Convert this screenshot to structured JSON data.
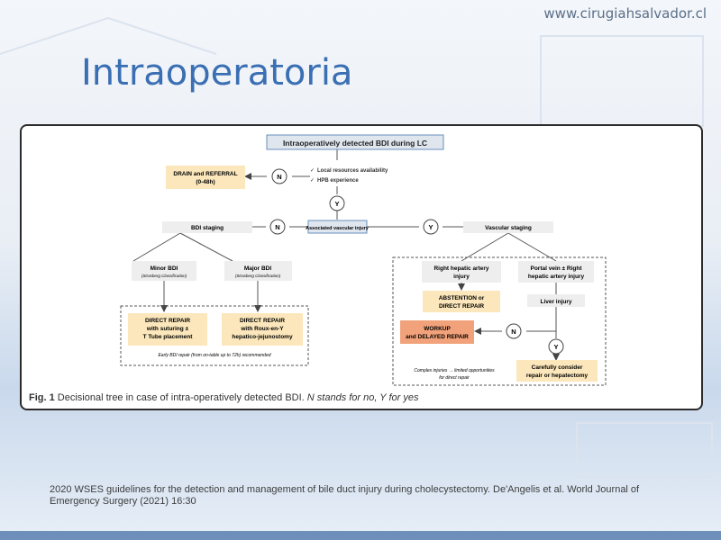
{
  "header": {
    "website": "www.cirugiahsalvador.cl",
    "title": "Intraoperatoria"
  },
  "flowchart": {
    "top": "Intraoperatively detected BDI during LC",
    "check1": "Local resources availability",
    "check2": "HPB experience",
    "drain_line1": "DRAIN and REFERRAL",
    "drain_line2": "(0-48h)",
    "vascular_q": "Associated vascular injury",
    "bdi_staging": "BDI staging",
    "vascular_staging": "Vascular staging",
    "minor_title": "Minor BDI",
    "minor_sub": "(Strasberg Classification)",
    "major_title": "Major BDI",
    "major_sub": "(Strasberg Classification)",
    "minor_repair": [
      "DIRECT REPAIR",
      "with suturing ±",
      "T Tube placement"
    ],
    "major_repair": [
      "DIRECT REPAIR",
      "with Roux-en-Y",
      "hepatico-jejunostomy"
    ],
    "early_note": "Early BDI repair (from on-table up to 72h) recommended",
    "rha": [
      "Right hepatic artery",
      "injury"
    ],
    "pv": [
      "Portal vein ± Right",
      "hepatic artery injury"
    ],
    "abstention": [
      "ABSTENTION or",
      "DIRECT REPAIR"
    ],
    "liver_injury": "Liver injury",
    "workup": [
      "WORKUP",
      "and DELAYED REPAIR"
    ],
    "careful": [
      "Carefully consider",
      "repair or hepatectomy"
    ],
    "complex_note": [
      "Complex injuries → limited opportunities",
      "for direct repair"
    ],
    "n_label": "N",
    "y_label": "Y"
  },
  "caption": {
    "fig": "Fig. 1",
    "text": "Decisional tree in case of intra-operatively detected BDI.",
    "italic": "N stands for no, Y for yes"
  },
  "citation": "2020 WSES guidelines for the detection and management of bile duct injury during cholecystectomy. De'Angelis et al. World Journal of Emergency Surgery (2021) 16:30"
}
